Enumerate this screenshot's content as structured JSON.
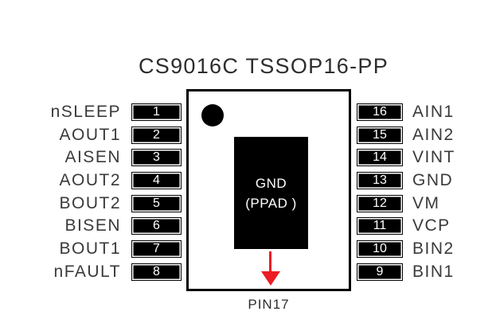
{
  "title": "CS9016C TSSOP16-PP",
  "pad": {
    "line1": "GND",
    "line2": "(PPAD )"
  },
  "pin17_label": "PIN17",
  "pins_left": [
    {
      "num": "1",
      "label": "nSLEEP"
    },
    {
      "num": "2",
      "label": "AOUT1"
    },
    {
      "num": "3",
      "label": "AISEN"
    },
    {
      "num": "4",
      "label": "AOUT2"
    },
    {
      "num": "5",
      "label": "BOUT2"
    },
    {
      "num": "6",
      "label": "BISEN"
    },
    {
      "num": "7",
      "label": "BOUT1"
    },
    {
      "num": "8",
      "label": "nFAULT"
    }
  ],
  "pins_right": [
    {
      "num": "16",
      "label": "AIN1"
    },
    {
      "num": "15",
      "label": "AIN2"
    },
    {
      "num": "14",
      "label": "VINT"
    },
    {
      "num": "13",
      "label": "GND"
    },
    {
      "num": "12",
      "label": "VM"
    },
    {
      "num": "11",
      "label": "VCP"
    },
    {
      "num": "10",
      "label": "BIN2"
    },
    {
      "num": "9",
      "label": "BIN1"
    }
  ],
  "colors": {
    "background": "#ffffff",
    "pin_fill": "#000000",
    "pin_number_text": "#ffffff",
    "pin_label_text": "#3a3a3a",
    "title_text": "#2d2d2d",
    "arrow_red": "#ec1c24",
    "pad_fill": "#000000",
    "pad_text": "#ffffff",
    "chip_border": "#000000"
  }
}
